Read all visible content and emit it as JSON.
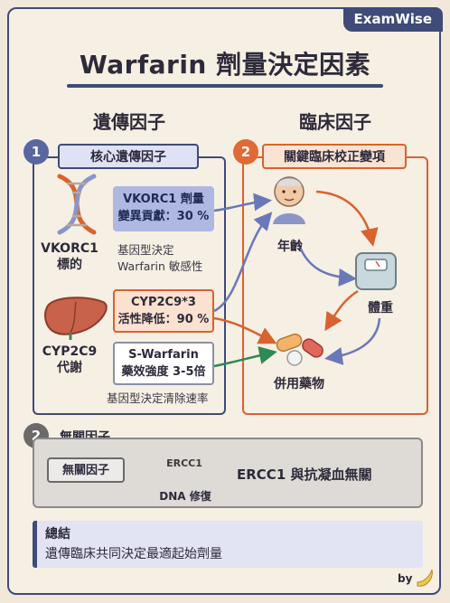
{
  "brand": "ExamWise",
  "title": "Warfarin 劑量決定因素",
  "headers": {
    "genetic": "遺傳因子",
    "clinical": "臨床因子"
  },
  "section1": {
    "num": "1",
    "tab": "核心遺傳因子",
    "genes": [
      {
        "label_line1": "VKORC1",
        "label_line2": "標的",
        "box_line1": "VKORC1 劑量",
        "box_line2": "變異貢獻：30 %",
        "note_line1": "基因型決定",
        "note_line2": "Warfarin 敏感性"
      },
      {
        "label_line1": "CYP2C9",
        "label_line2": "代謝",
        "box_line1": "CYP2C9*3",
        "box_line2": "活性降低：90 %",
        "box2_line1": "S-Warfarin",
        "box2_line2": "藥效強度 3-5倍",
        "note": "基因型決定清除速率"
      }
    ]
  },
  "section_clinical": {
    "num": "2",
    "tab": "關鍵臨床校正變項",
    "factors": [
      "年齡",
      "體重",
      "併用藥物"
    ]
  },
  "section2": {
    "num": "2",
    "title": "無關因子",
    "box": "無關因子",
    "icon_text": "ERCC1",
    "icon_caption": "DNA 修復",
    "statement": "ERCC1 與抗凝血無關"
  },
  "summary": {
    "title": "總結",
    "text": "遺傳臨床共同決定最適起始劑量"
  },
  "footer": "by",
  "colors": {
    "navy": "#3f4b78",
    "orange": "#d9622e",
    "green": "#2e8a55",
    "cross": "#d9534f"
  }
}
